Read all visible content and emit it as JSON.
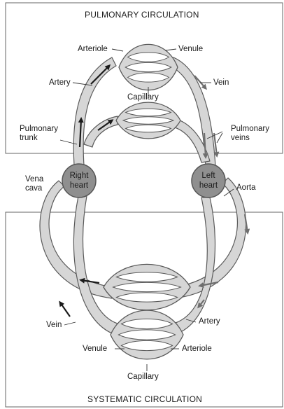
{
  "titles": {
    "pulmonary": "PULMONARY CIRCULATION",
    "systemic": "SYSTEMATIC CIRCULATION"
  },
  "hearts": {
    "right": "Right\nheart",
    "left": "Left\nheart"
  },
  "labels": {
    "arteriole_top": "Arteriole",
    "venule_top": "Venule",
    "artery_top": "Artery",
    "vein_top": "Vein",
    "capillary_top": "Capillary",
    "pulmonary_trunk": "Pulmonary\ntrunk",
    "pulmonary_veins": "Pulmonary\nveins",
    "vena_cava": "Vena\ncava",
    "aorta": "Aorta",
    "artery_bottom": "Artery",
    "vein_bottom": "Vein",
    "venule_bottom": "Venule",
    "arteriole_bottom": "Arteriole",
    "capillary_bottom": "Capillary"
  },
  "colors": {
    "vessel_fill": "#d6d6d6",
    "vessel_stroke": "#5a5a5a",
    "heart_fill": "#8f8f8f",
    "heart_stroke": "#555555",
    "arrow_dark": "#1a1a1a",
    "arrow_gray": "#6e6e6e",
    "panel_stroke": "#666666"
  }
}
